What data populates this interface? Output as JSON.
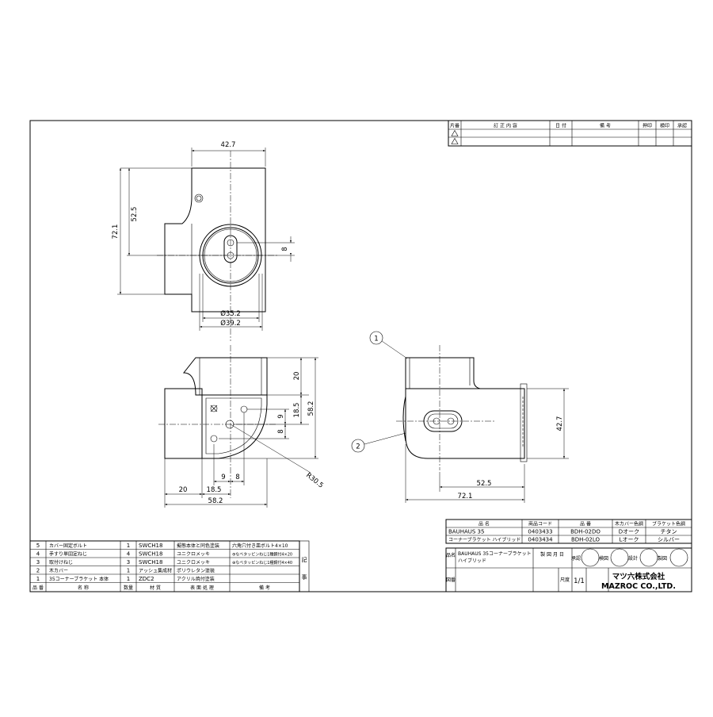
{
  "revision_table": {
    "headers": [
      "片番",
      "訂 正 内 容",
      "日 付",
      "備 考",
      "押印",
      "検印",
      "承認"
    ]
  },
  "dimensions": {
    "top_width": "42.7",
    "top_height_inner": "52.5",
    "top_height_outer": "72.1",
    "slot_spacing": "8",
    "dia_inner": "Ø35.2",
    "dia_outer": "Ø39.2",
    "front_upper": "20",
    "front_mid": "18.5",
    "front_total": "58.2",
    "front_hole_a": "9",
    "front_hole_b": "8",
    "radius": "R30.5",
    "front_bottom_20": "20",
    "front_bottom_185": "18.5",
    "front_bottom_9": "9",
    "front_bottom_8": "8",
    "front_bottom_total": "58.2",
    "side_height": "42.7",
    "side_bottom_525": "52.5",
    "side_bottom_721": "72.1"
  },
  "balloons": [
    "1",
    "2"
  ],
  "product_table": {
    "headers": [
      "品 名",
      "商品コード",
      "品 番",
      "木カバー色調",
      "ブラケット色調"
    ],
    "rows": [
      [
        "BAUHAUS 35",
        "0403433",
        "BDH-02DO",
        "Dオーク",
        "チタン"
      ],
      [
        "コーナーブラケット ハイブリッド",
        "0403434",
        "BDH-02LO",
        "Lオーク",
        "シルバー"
      ]
    ]
  },
  "parts_list": {
    "rows": [
      {
        "no": "5",
        "name": "カバー固定ボルト",
        "qty": "1",
        "material": "SWCH18",
        "treatment": "擬態本体と同色塗装",
        "remarks": "六角穴付き皿ボルト4×10"
      },
      {
        "no": "4",
        "name": "手すり単固定ねじ",
        "qty": "4",
        "material": "SWCH18",
        "treatment": "ユニクロメッキ",
        "remarks": "⊕なべタッピンねじ1種鋼付4×20"
      },
      {
        "no": "3",
        "name": "取付けねじ",
        "qty": "3",
        "material": "SWCH18",
        "treatment": "ユニクロメッキ",
        "remarks": "⊕なべタッピンねじ1種鋼付4×40"
      },
      {
        "no": "2",
        "name": "木カバー",
        "qty": "1",
        "material": "アッシュ集成材",
        "treatment": "ポリウレタン塗装",
        "remarks": ""
      },
      {
        "no": "1",
        "name": "35コーナーブラケット 本体",
        "qty": "1",
        "material": "ZDC2",
        "treatment": "アクリル焼付塗装",
        "remarks": ""
      }
    ],
    "headers": {
      "no": "品 番",
      "name": "名 称",
      "qty": "数量",
      "material": "材 質",
      "treatment": "表 面 処 理",
      "remarks": "備 考"
    },
    "side_label_1": "記",
    "side_label_2": "事"
  },
  "title_block": {
    "name_label": "品名",
    "name_line1": "BAUHAUS 35コーナーブラケット",
    "name_line2": "ハイブリッド",
    "date_label": "製 図 月 日",
    "stamps": [
      "承認",
      "検図",
      "設計",
      "製図"
    ],
    "no_label": "図番",
    "scale_label": "尺度",
    "scale_value": "1/1",
    "company_jp": "マツ六株式会社",
    "company_en": "MAZROC CO.,LTD."
  }
}
